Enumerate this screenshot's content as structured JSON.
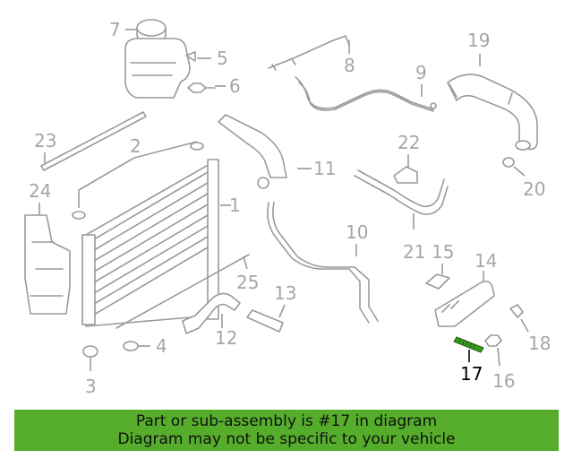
{
  "callouts": {
    "c1": "1",
    "c2": "2",
    "c3": "3",
    "c4": "4",
    "c5": "5",
    "c6": "6",
    "c7": "7",
    "c8": "8",
    "c9": "9",
    "c10": "10",
    "c11": "11",
    "c12": "12",
    "c13": "13",
    "c14": "14",
    "c15": "15",
    "c16": "16",
    "c17": "17",
    "c18": "18",
    "c19": "19",
    "c20": "20",
    "c21": "21",
    "c22": "22",
    "c23": "23",
    "c24": "24",
    "c25": "25"
  },
  "highlight": {
    "part_number": "17",
    "color": "#000000",
    "part_color": "#3a9a1e"
  },
  "banner": {
    "line1": "Part or sub-assembly is #17 in diagram",
    "line2": "Diagram may not be specific to your vehicle",
    "background": "#55ad2b"
  }
}
